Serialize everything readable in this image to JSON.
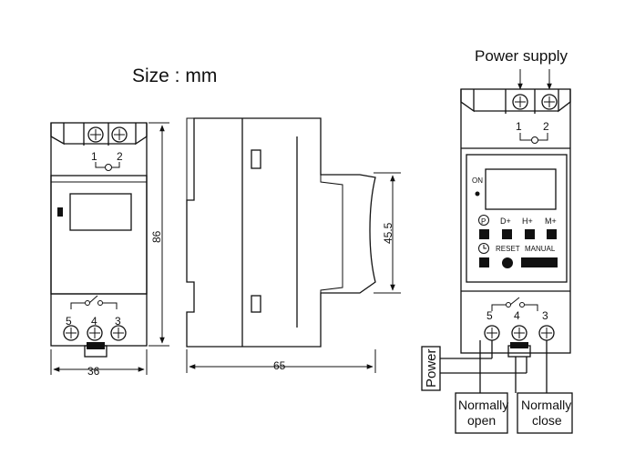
{
  "size_label": "Size :  mm",
  "dims": {
    "width": "36",
    "height": "86",
    "depth": "65",
    "rail": "45.5"
  },
  "left_terminals": {
    "top": [
      "1",
      "2"
    ],
    "bottom": [
      "5",
      "4",
      "3"
    ]
  },
  "right_device": {
    "power_supply": "Power supply",
    "top_terminals": [
      "1",
      "2"
    ],
    "on_label": "ON",
    "buttons_row1": [
      "D+",
      "H+",
      "M+"
    ],
    "p_symbol": "P",
    "reset_label": "RESET",
    "manual_label": "MANUAL",
    "bottom_terminals": [
      "5",
      "4",
      "3"
    ],
    "power_label": "Power",
    "normally_open": [
      "Normally",
      "open"
    ],
    "normally_close": [
      "Normally",
      "close"
    ]
  }
}
